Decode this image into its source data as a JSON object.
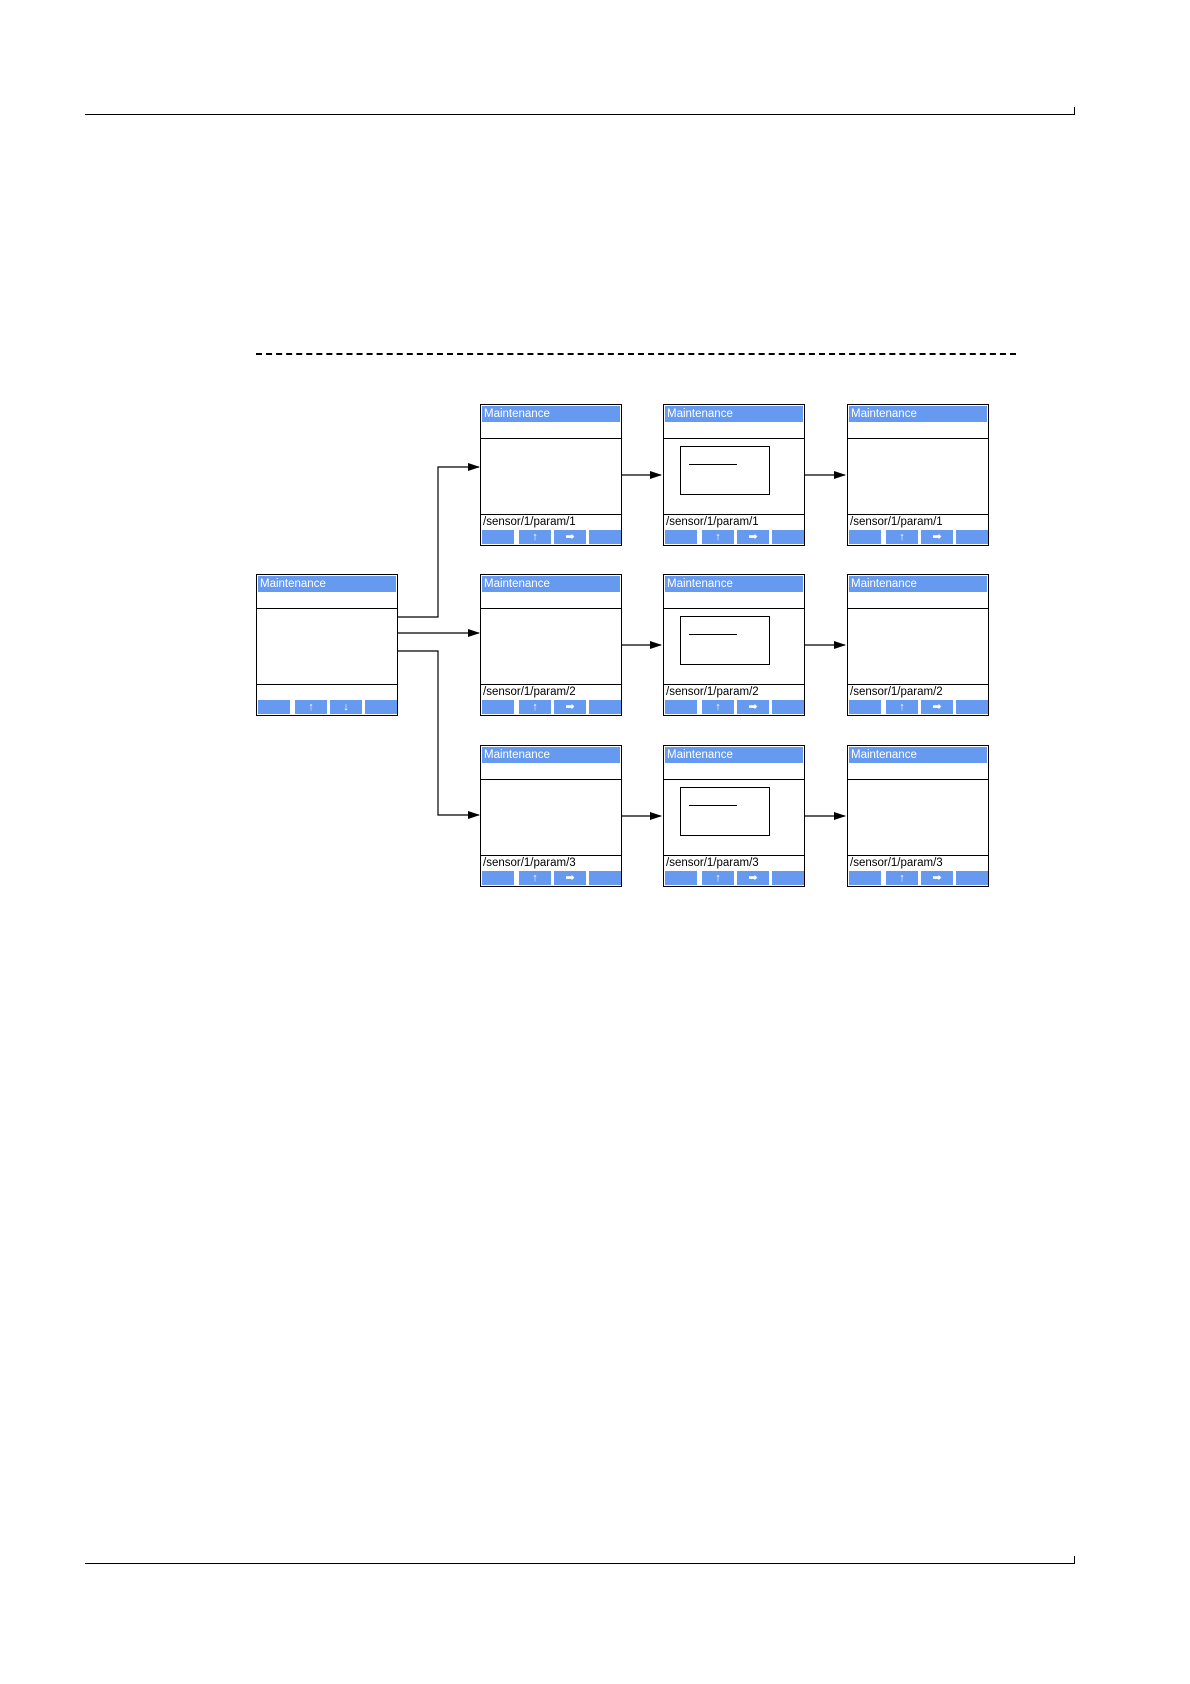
{
  "screen_title": "Maintenance",
  "paths": [
    "/sensor/1/param/1",
    "/sensor/1/param/2",
    "/sensor/1/param/3"
  ],
  "keys": {
    "up": "↑",
    "down": "↓",
    "right": "➡"
  },
  "colors": {
    "title_bar": "#6699f0",
    "lines": "#000000"
  }
}
